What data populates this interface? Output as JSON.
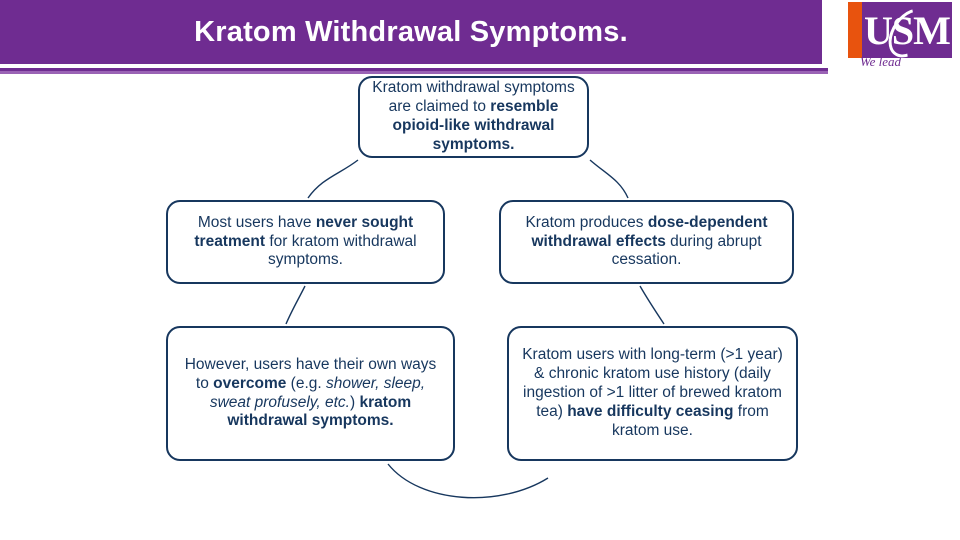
{
  "header": {
    "title": "Kratom Withdrawal Symptoms.",
    "band_color": "#6F2C91"
  },
  "logo": {
    "letters": "USM",
    "tagline": "We lead",
    "accent_color": "#E8530E",
    "brand_color": "#6F2C91"
  },
  "diagram": {
    "border_color": "#17375E",
    "nodes": [
      {
        "name": "top-node",
        "segments": [
          {
            "text": "Kratom withdrawal symptoms are claimed to ",
            "style": "normal"
          },
          {
            "text": "resemble opioid-like withdrawal symptoms.",
            "style": "bold"
          }
        ]
      },
      {
        "name": "left-node-1",
        "segments": [
          {
            "text": "Most users have ",
            "style": "normal"
          },
          {
            "text": "never sought treatment",
            "style": "bold"
          },
          {
            "text": " for kratom withdrawal symptoms.",
            "style": "normal"
          }
        ]
      },
      {
        "name": "right-node-1",
        "segments": [
          {
            "text": "Kratom produces ",
            "style": "normal"
          },
          {
            "text": "dose-dependent withdrawal effects",
            "style": "bold"
          },
          {
            "text": " during abrupt cessation.",
            "style": "normal"
          }
        ]
      },
      {
        "name": "left-node-2",
        "segments": [
          {
            "text": "However, users have their own ways to ",
            "style": "normal"
          },
          {
            "text": "overcome",
            "style": "bold"
          },
          {
            "text": " (e.g. ",
            "style": "normal"
          },
          {
            "text": "shower, sleep, sweat profusely, etc.",
            "style": "italic"
          },
          {
            "text": ") ",
            "style": "normal"
          },
          {
            "text": "kratom withdrawal symptoms.",
            "style": "bold"
          }
        ]
      },
      {
        "name": "right-node-2",
        "segments": [
          {
            "text": "Kratom users with long-term (>1 year) & chronic kratom use history (daily ingestion of >1 litter of brewed kratom tea) ",
            "style": "normal"
          },
          {
            "text": "have difficulty ceasing",
            "style": "bold"
          },
          {
            "text": " from kratom use.",
            "style": "normal"
          }
        ]
      }
    ]
  }
}
